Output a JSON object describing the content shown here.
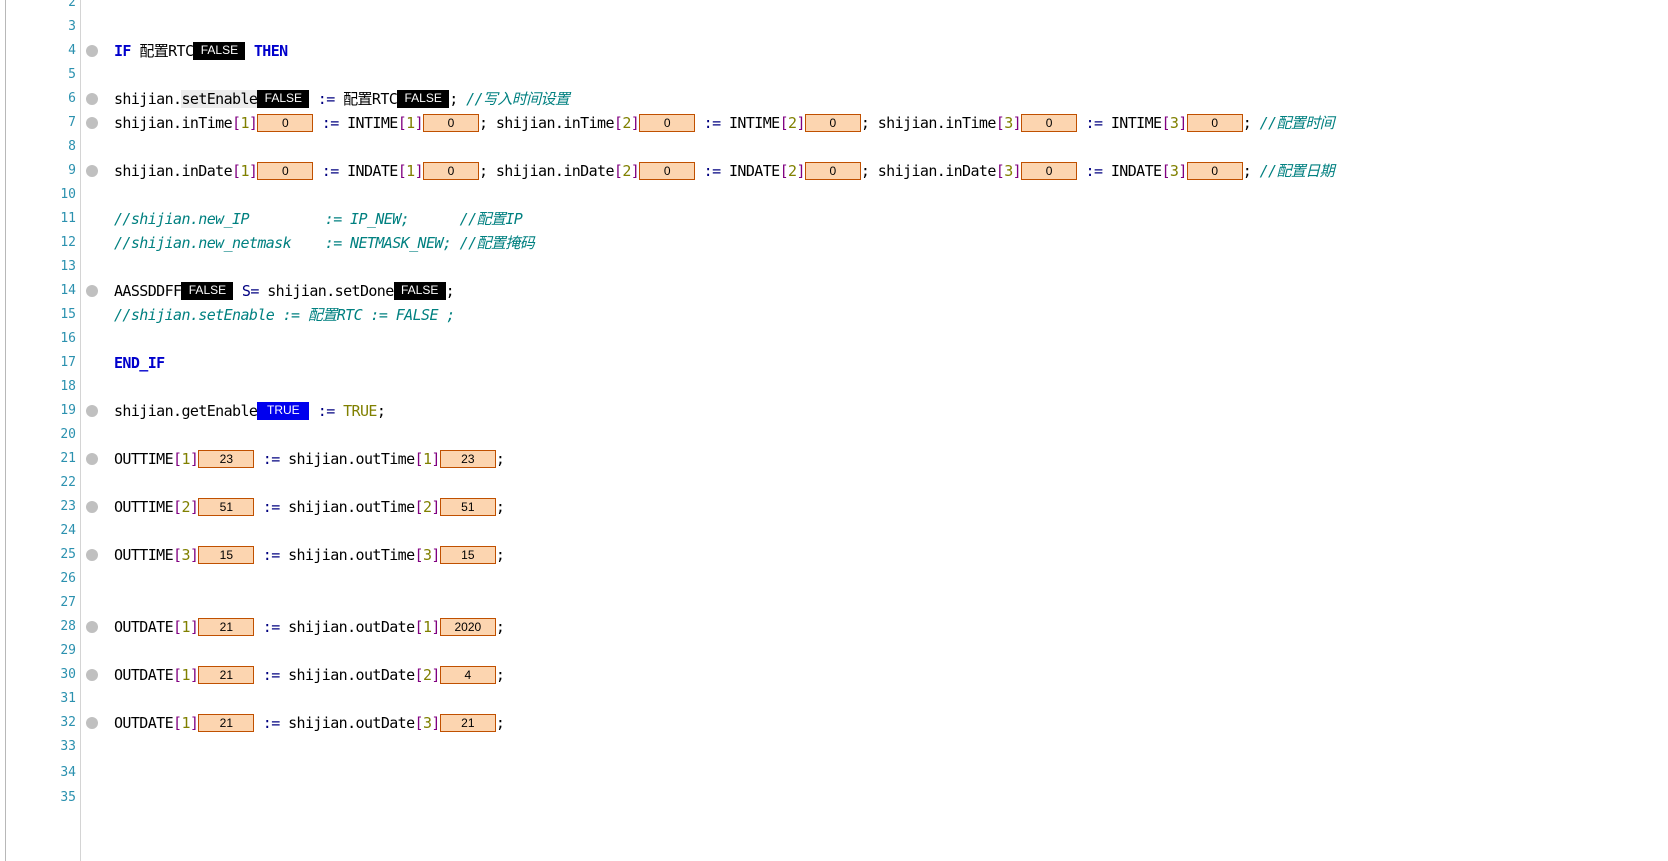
{
  "editor": {
    "line_numbers": [
      "2",
      "3",
      "4",
      "5",
      "6",
      "7",
      "8",
      "9",
      "10",
      "11",
      "12",
      "13",
      "14",
      "15",
      "16",
      "17",
      "18",
      "19",
      "20",
      "21",
      "22",
      "23",
      "24",
      "25",
      "26",
      "27",
      "28",
      "29",
      "30",
      "31",
      "32",
      "33",
      "34",
      "35"
    ],
    "l4": {
      "kw_if": "IF",
      "ident": "配置RTC",
      "val": "FALSE",
      "kw_then": "THEN"
    },
    "l6": {
      "obj": "shijian.",
      "member": "setEnable",
      "val1": "FALSE",
      "op": ":=",
      "ident": "配置RTC",
      "val2": "FALSE",
      "semi": ";",
      "comment": "//写入时间设置"
    },
    "l7": {
      "lhs": "shijian.inTime",
      "rhs": "INTIME",
      "op": ":=",
      "idx1": "1",
      "idx2": "2",
      "idx3": "3",
      "v1": "0",
      "v2": "0",
      "v3": "0",
      "v4": "0",
      "v5": "0",
      "v6": "0",
      "comment": "//配置时间"
    },
    "l9": {
      "lhs": "shijian.inDate",
      "rhs": "INDATE",
      "op": ":=",
      "idx1": "1",
      "idx2": "2",
      "idx3": "3",
      "v1": "0",
      "v2": "0",
      "v3": "0",
      "v4": "0",
      "v5": "0",
      "v6": "0",
      "comment": "//配置日期"
    },
    "l11": {
      "comment": "//shijian.new_IP         := IP_NEW;      //配置IP"
    },
    "l12": {
      "comment": "//shijian.new_netmask    := NETMASK_NEW; //配置掩码"
    },
    "l14": {
      "ident": "AASSDDFF",
      "val1": "FALSE",
      "op": "S=",
      "rhs": "shijian.setDone",
      "val2": "FALSE",
      "semi": ";"
    },
    "l15": {
      "comment": "//shijian.setEnable := 配置RTC := FALSE ;"
    },
    "l17": {
      "kw": "END_IF"
    },
    "l19": {
      "lhs": "shijian.getEnable",
      "val": "TRUE",
      "op": ":=",
      "rhs": "TRUE",
      "semi": ";"
    },
    "assignments": [
      {
        "lhs": "OUTTIME",
        "lidx": "1",
        "lval": "23",
        "rhs": "shijian.outTime",
        "ridx": "1",
        "rval": "23"
      },
      {
        "lhs": "OUTTIME",
        "lidx": "2",
        "lval": "51",
        "rhs": "shijian.outTime",
        "ridx": "2",
        "rval": "51"
      },
      {
        "lhs": "OUTTIME",
        "lidx": "3",
        "lval": "15",
        "rhs": "shijian.outTime",
        "ridx": "3",
        "rval": "15"
      },
      {
        "lhs": "OUTDATE",
        "lidx": "1",
        "lval": "21",
        "rhs": "shijian.outDate",
        "ridx": "1",
        "rval": "2020"
      },
      {
        "lhs": "OUTDATE",
        "lidx": "1",
        "lval": "21",
        "rhs": "shijian.outDate",
        "ridx": "2",
        "rval": "4"
      },
      {
        "lhs": "OUTDATE",
        "lidx": "1",
        "lval": "21",
        "rhs": "shijian.outDate",
        "ridx": "3",
        "rval": "21"
      }
    ],
    "syntax": {
      "lbracket": "[",
      "rbracket": "]",
      "semicolon": ";"
    }
  },
  "colors": {
    "keyword": "#0000cc",
    "comment": "#008080",
    "line_number": "#2b91af",
    "value_false_bg": "#000000",
    "value_true_bg": "#0000ee",
    "value_int_bg": "#fcd5b0",
    "value_int_border": "#c05000"
  }
}
